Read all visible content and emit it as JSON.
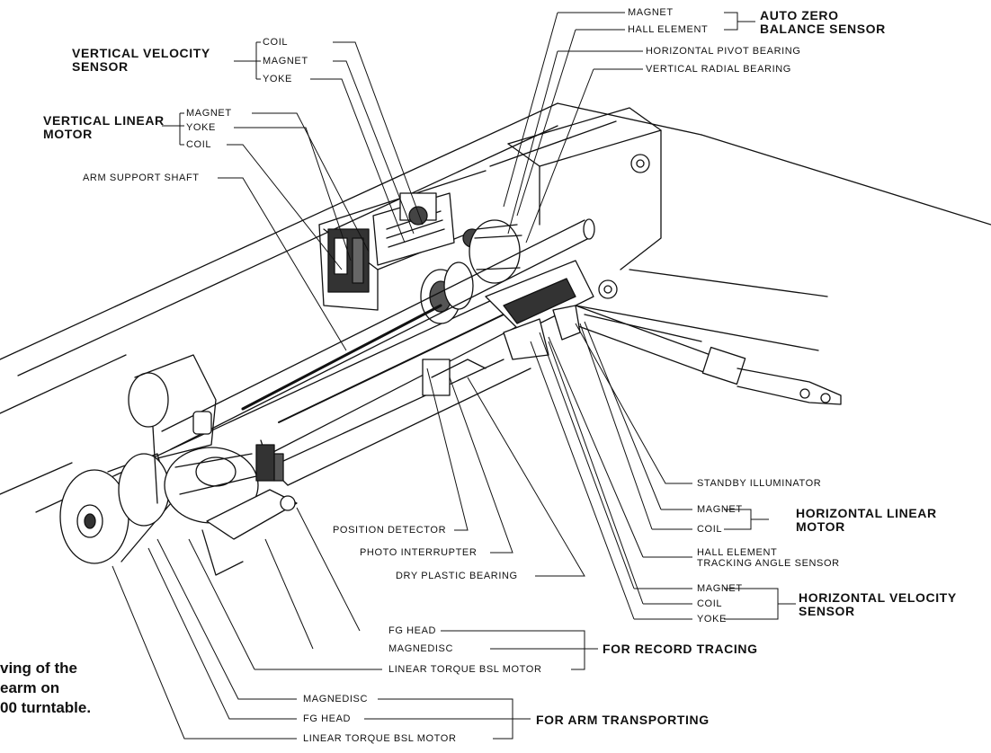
{
  "groups": {
    "auto_zero": {
      "title_l1": "AUTO ZERO",
      "title_l2": "BALANCE SENSOR",
      "items": [
        "MAGNET",
        "HALL ELEMENT"
      ]
    },
    "vertical_velocity": {
      "title_l1": "VERTICAL  VELOCITY",
      "title_l2": "SENSOR",
      "items": [
        "COIL",
        "MAGNET",
        "YOKE"
      ]
    },
    "vertical_linear": {
      "title_l1": "VERTICAL  LINEAR",
      "title_l2": "MOTOR",
      "items": [
        "MAGNET",
        "YOKE",
        "COIL"
      ]
    },
    "horizontal_linear": {
      "title_l1": "HORIZONTAL  LINEAR",
      "title_l2": "MOTOR",
      "items": [
        "MAGNET",
        "COIL"
      ]
    },
    "horizontal_velocity": {
      "title_l1": "HORIZONTAL  VELOCITY",
      "title_l2": "SENSOR",
      "items": [
        "MAGNET",
        "COIL",
        "YOKE"
      ]
    },
    "record_tracing": {
      "title": "FOR RECORD TRACING",
      "items": [
        "FG HEAD",
        "MAGNEDISC",
        "LINEAR TORQUE BSL MOTOR"
      ]
    },
    "arm_transporting": {
      "title": "FOR ARM TRANSPORTING",
      "items": [
        "MAGNEDISC",
        "FG HEAD",
        "LINEAR  TORQUE BSL MOTOR"
      ]
    }
  },
  "labels": {
    "horizontal_pivot_bearing": "HORIZONTAL PIVOT BEARING",
    "vertical_radial_bearing": "VERTICAL RADIAL BEARING",
    "arm_support_shaft": "ARM SUPPORT SHAFT",
    "standby_illuminator": "STANDBY  ILLUMINATOR",
    "hall_element_l1": "HALL ELEMENT",
    "hall_element_l2": "TRACKING ANGLE SENSOR",
    "position_detector": "POSITION DETECTOR",
    "photo_interrupter": "PHOTO INTERRUPTER",
    "dry_plastic_bearing": "DRY PLASTIC BEARING"
  },
  "caption": {
    "line1": "ving of the",
    "line2": "earm on",
    "line3": "00 turntable."
  }
}
